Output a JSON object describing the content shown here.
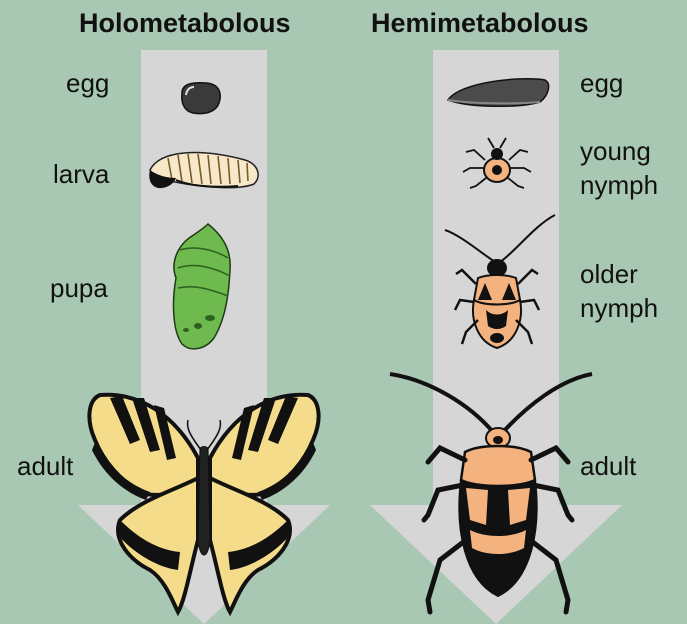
{
  "colors": {
    "background": "#a9c8b3",
    "arrow": "#d6d6d6",
    "pupa_green": "#6fba4e",
    "butterfly_yellow": "#f5dc8a",
    "bug_orange": "#f4b27f",
    "black": "#111111"
  },
  "columns": {
    "holometabolous": {
      "title": "Holometabolous",
      "stages": [
        "egg",
        "larva",
        "pupa",
        "adult"
      ]
    },
    "hemimetabolous": {
      "title": "Hemimetabolous",
      "stages": [
        "egg",
        "young nymph",
        "older nymph",
        "adult"
      ],
      "young_nymph_lines": [
        "young",
        "nymph"
      ],
      "older_nymph_lines": [
        "older",
        "nymph"
      ]
    }
  }
}
